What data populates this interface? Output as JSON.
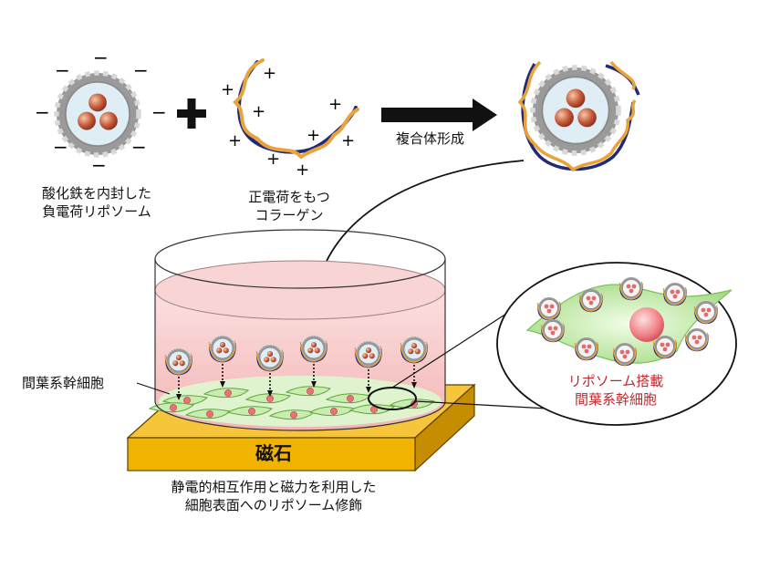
{
  "labels": {
    "liposome_line1": "酸化鉄を内封した",
    "liposome_line2": "負電荷リポソーム",
    "collagen_line1": "正電荷をもつ",
    "collagen_line2": "コラーゲン",
    "complex": "複合体形成",
    "msc": "間葉系幹細胞",
    "magnet": "磁石",
    "loaded_line1": "リポソーム搭載",
    "loaded_line2": "間葉系幹細胞",
    "caption_line1": "静電的相互作用と磁力を利用した",
    "caption_line2": "細胞表面へのリポソーム修飾"
  },
  "symbols": {
    "minus": "−",
    "plus": "+"
  },
  "colors": {
    "collagen_orange": "#e8a33a",
    "collagen_navy": "#1f2a7a",
    "medium_pink": "#f7c6c6",
    "cell_green": "#c9ecb0",
    "magnet_gold": "#f0b400",
    "iron_core": "#c55a3a",
    "highlight_red": "#c0282d"
  }
}
